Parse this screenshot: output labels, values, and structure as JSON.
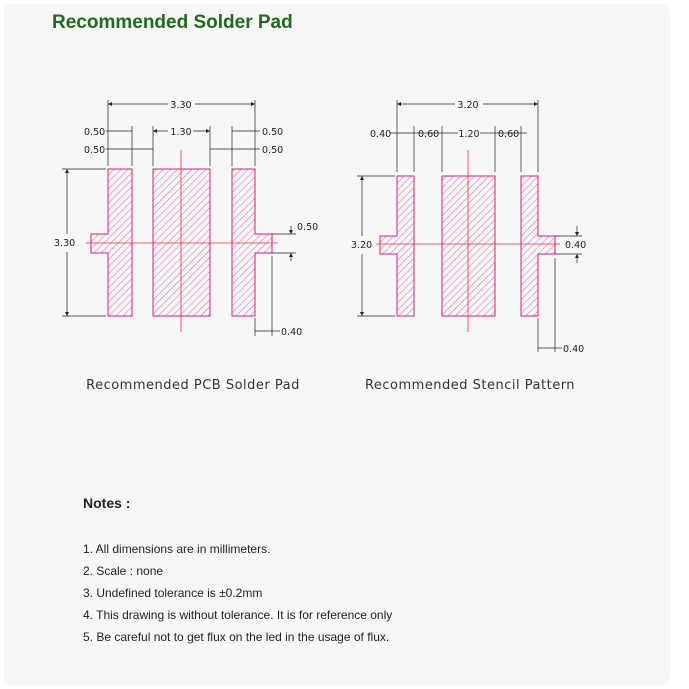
{
  "page_title": "Recommended Solder Pad",
  "colors": {
    "pad": "#d81b8a",
    "centerline": "#e8322b",
    "title": "#1e6b1e",
    "dimension": "#222222"
  },
  "pcb": {
    "caption": "Recommended PCB Solder Pad",
    "dim_overall_width": "3.30",
    "dim_left_pad_width": "0.50",
    "dim_left_gap": "0.50",
    "dim_center_pad_width": "1.30",
    "dim_right_pad_width": "0.50",
    "dim_right_gap": "0.50",
    "dim_overall_height": "3.30",
    "dim_tab_height": "0.50",
    "dim_tab_length": "0.40"
  },
  "stencil": {
    "caption": "Recommended Stencil Pattern",
    "dim_overall_width": "3.20",
    "dim_left_pad_width": "0.40",
    "dim_left_gap": "0.60",
    "dim_center_pad_width": "1.20",
    "dim_right_gap": "0.60",
    "dim_overall_height": "3.20",
    "dim_tab_height": "0.40",
    "dim_tab_length": "0.40"
  },
  "notes": {
    "heading": "Notes :",
    "items": [
      "1. All dimensions are in millimeters.",
      "2. Scale :  none",
      "3. Undefined tolerance is ±0.2mm",
      "4. This drawing is without tolerance. It is for reference only",
      "5. Be careful not to get flux on the led in the usage of flux."
    ]
  }
}
